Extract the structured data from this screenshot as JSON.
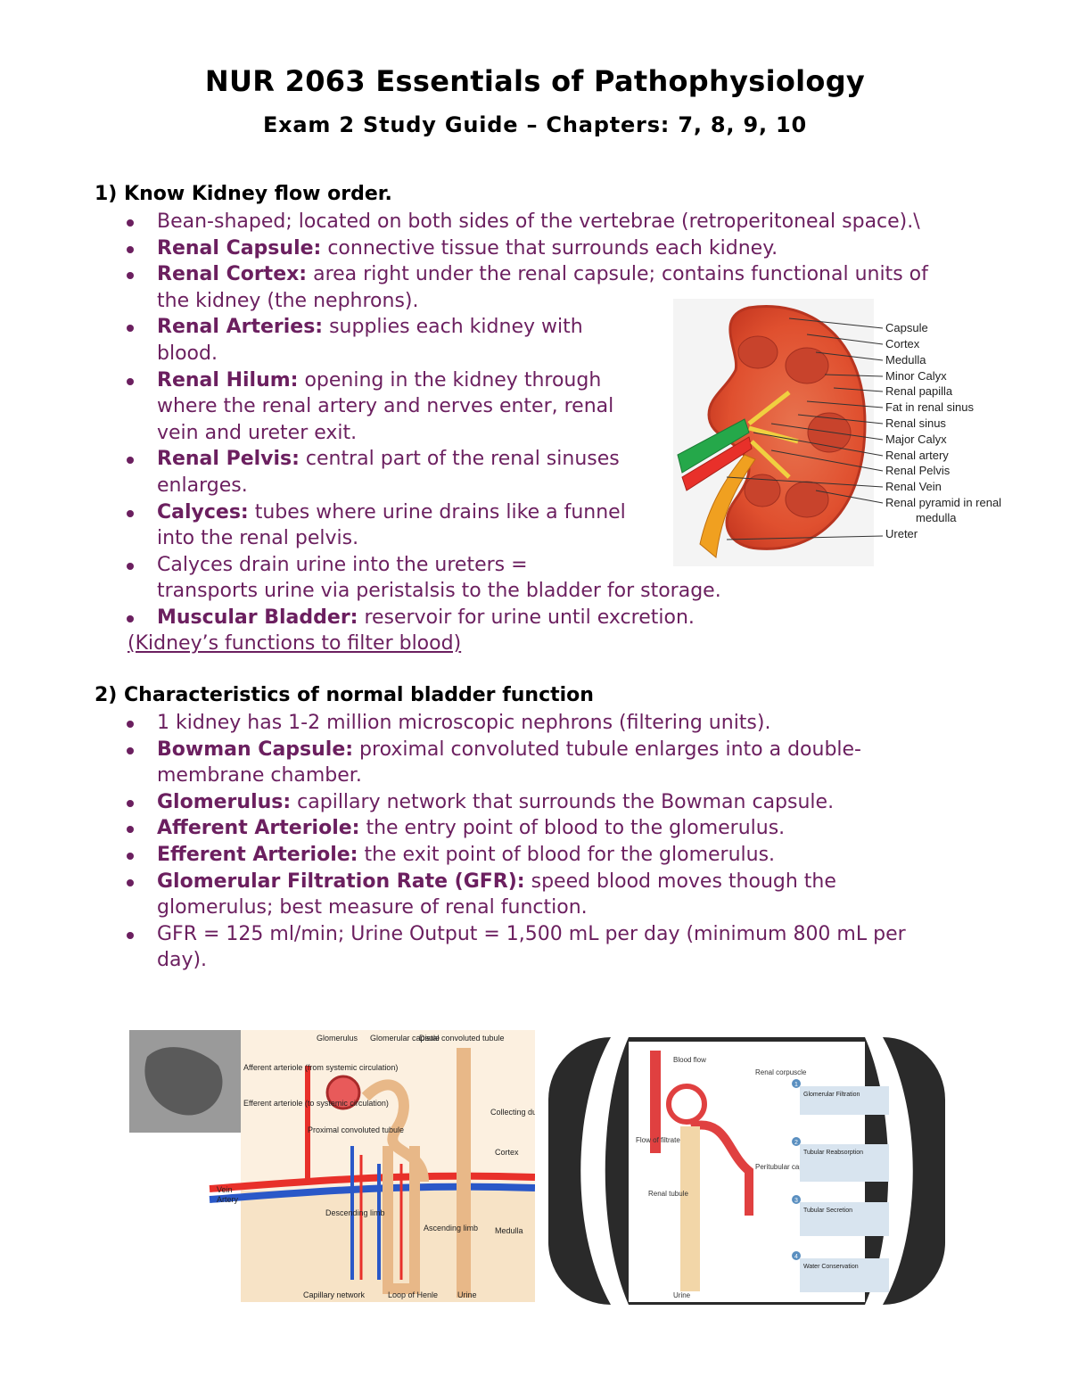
{
  "title": "NUR 2063 Essentials of Pathophysiology",
  "subtitle": "Exam 2 Study Guide – Chapters: 7, 8, 9, 10",
  "section1": {
    "heading": "1) Know Kidney flow order.",
    "items": [
      {
        "term": "",
        "text": "Bean-shaped; located on both sides of the vertebrae (retroperitoneal space).\\"
      },
      {
        "term": "Renal Capsule:",
        "text": " connective tissue that surrounds each kidney."
      },
      {
        "term": "Renal Cortex:",
        "text": " area right under the renal capsule; contains functional units of",
        "text2": "the kidney (the nephrons)."
      },
      {
        "term": "Renal Arteries:",
        "text": " supplies each kidney with",
        "text2": "blood."
      },
      {
        "term": "Renal Hilum:",
        "text": " opening in the kidney through",
        "text2": "where the renal artery and nerves enter, renal",
        "text3": "vein and ureter exit."
      },
      {
        "term": "Renal Pelvis:",
        "text": " central part of the renal sinuses",
        "text2": "enlarges."
      },
      {
        "term": "Calyces:",
        "text": " tubes where urine drains like a funnel",
        "text2": "into the renal pelvis."
      },
      {
        "term": "",
        "text": "Calyces drain urine into the ureters =",
        "text2": "transports urine via peristalsis to the bladder for storage."
      },
      {
        "term": "Muscular Bladder:",
        "text": " reservoir for urine until excretion."
      }
    ],
    "note": "(Kidney’s functions to filter blood)"
  },
  "section2": {
    "heading": "2) Characteristics of normal bladder function",
    "items": [
      {
        "term": "",
        "text": "1 kidney has 1-2 million microscopic nephrons (filtering units)."
      },
      {
        "term": "Bowman Capsule:",
        "text": " proximal convoluted tubule enlarges into a double-",
        "text2": "membrane chamber."
      },
      {
        "term": "Glomerulus:",
        "text": " capillary network that surrounds the Bowman capsule."
      },
      {
        "term": "Afferent Arteriole:",
        "text": " the entry point of blood to the glomerulus."
      },
      {
        "term": "Efferent Arteriole:",
        "text": " the exit point of blood for the glomerulus."
      },
      {
        "term": "Glomerular Filtration Rate (GFR):",
        "text": " speed blood moves though the",
        "text2": "glomerulus; best measure of renal function."
      },
      {
        "term": "",
        "text": "GFR = 125 ml/min; Urine Output = 1,500 mL per day (minimum 800 mL per",
        "text2": "day)."
      }
    ]
  },
  "kidney_figure": {
    "labels": [
      "Capsule",
      "Cortex",
      "Medulla",
      "Minor Calyx",
      "Renal papilla",
      "Fat in renal sinus",
      "Renal sinus",
      "Major Calyx",
      "Renal artery",
      "Renal Pelvis",
      "Renal Vein",
      "Renal pyramid in renal",
      "medulla",
      "Ureter"
    ]
  },
  "nephron_figure": {
    "labels": [
      "Glomerulus",
      "Glomerular capsule",
      "Distal convoluted tubule",
      "Afferent arteriole (from systemic circulation)",
      "Efferent arteriole (to systemic circulation)",
      "Proximal convoluted tubule",
      "Collecting duct",
      "Cortex",
      "Vein",
      "Artery",
      "Descending limb",
      "Ascending limb",
      "Medulla",
      "Capillary network",
      "Loop of Henle",
      "Urine"
    ]
  },
  "urine_figure": {
    "labels": [
      "Blood flow",
      "Renal corpuscle",
      "Flow of filtrate",
      "Peritubular capillaries",
      "Renal tubule",
      "Urine"
    ],
    "steps": [
      {
        "num": "1",
        "title": "Glomerular Filtration"
      },
      {
        "num": "2",
        "title": "Tubular Reabsorption"
      },
      {
        "num": "3",
        "title": "Tubular Secretion"
      },
      {
        "num": "4",
        "title": "Water Conservation"
      }
    ]
  }
}
